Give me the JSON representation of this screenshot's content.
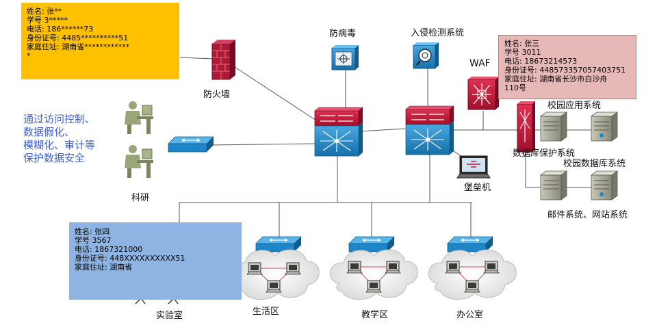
{
  "labels": {
    "firewall": "防火墙",
    "antivirus": "防病毒",
    "ids": "入侵检测系统",
    "waf": "WAF",
    "db_protect": "数据库保护系统",
    "campus_app": "校园应用系统",
    "campus_db": "校园数据库系统",
    "mail_web": "邮件系统、网站系统",
    "bastion": "堡垒机",
    "research": "科研",
    "lab": "实验室",
    "living": "生活区",
    "teaching": "教学区",
    "office": "办公室"
  },
  "note": {
    "lines": [
      "通过访问控制、",
      "数据假化、",
      "模糊化、审计等",
      "保护数据安全"
    ],
    "color": "#3f5fcf"
  },
  "record_masked": {
    "lines": [
      "姓名: 张**",
      "学号 3*****",
      "电话: 186******73",
      "身份证号: 4485**********51",
      "家庭住址: 湖南省************",
      "*"
    ],
    "color": "#ffc000"
  },
  "record_plain": {
    "lines": [
      "姓名: 张三",
      "学号 3011",
      "电话: 18673214573",
      "身份证号: 448573357057403751",
      "家庭住址: 湖南省长沙市白沙舟",
      "110号"
    ],
    "color": "#e6b8b7"
  },
  "record_fake": {
    "lines": [
      "姓名: 张四",
      "学号 3567",
      "电话: 1867321000",
      "身份证号: 448XXXXXXXXXX51",
      "家庭住址: 湖南省"
    ],
    "color": "#8eb4e3"
  },
  "colors": {
    "switch_top": "#c0163a",
    "switch_body": "#1c86c8",
    "firewall": "#c0163a",
    "line": "#555555"
  }
}
